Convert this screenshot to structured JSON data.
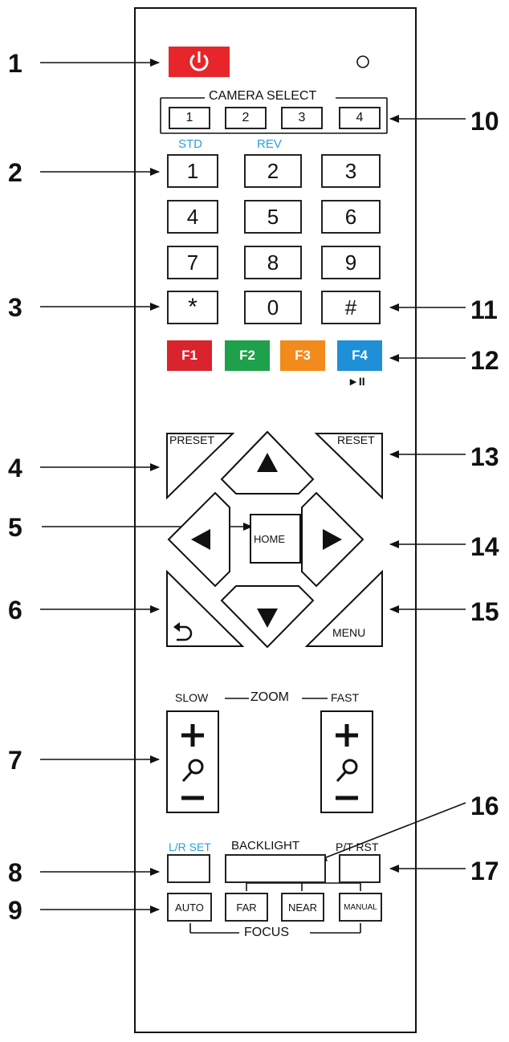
{
  "colors": {
    "power": "#e8252a",
    "f1": "#d9232d",
    "f2": "#1fa04a",
    "f3": "#f28a1c",
    "f4": "#1f8fd8",
    "blue_label": "#2a9fd8"
  },
  "callouts": {
    "c1": "1",
    "c2": "2",
    "c3": "3",
    "c4": "4",
    "c5": "5",
    "c6": "6",
    "c7": "7",
    "c8": "8",
    "c9": "9",
    "c10": "10",
    "c11": "11",
    "c12": "12",
    "c13": "13",
    "c14": "14",
    "c15": "15",
    "c16": "16",
    "c17": "17"
  },
  "remote": {
    "power_icon": "power-icon",
    "camera_select_label": "CAMERA SELECT",
    "camera_buttons": [
      "1",
      "2",
      "3",
      "4"
    ],
    "std_label": "STD",
    "rev_label": "REV",
    "keypad": [
      "1",
      "2",
      "3",
      "4",
      "5",
      "6",
      "7",
      "8",
      "9",
      "*",
      "0",
      "#"
    ],
    "function_keys": [
      "F1",
      "F2",
      "F3",
      "F4"
    ],
    "play_pause": "►II",
    "preset_label": "PRESET",
    "reset_label": "RESET",
    "home_label": "HOME",
    "menu_label": "MENU",
    "back_icon": "return-icon",
    "zoom_slow": "SLOW",
    "zoom_label": "ZOOM",
    "zoom_fast": "FAST",
    "lr_set_label": "L/R SET",
    "backlight_label": "BACKLIGHT",
    "pt_rst_label": "P/T RST",
    "focus_buttons": [
      "AUTO",
      "FAR",
      "NEAR",
      "MANUAL"
    ],
    "focus_label": "FOCUS"
  }
}
